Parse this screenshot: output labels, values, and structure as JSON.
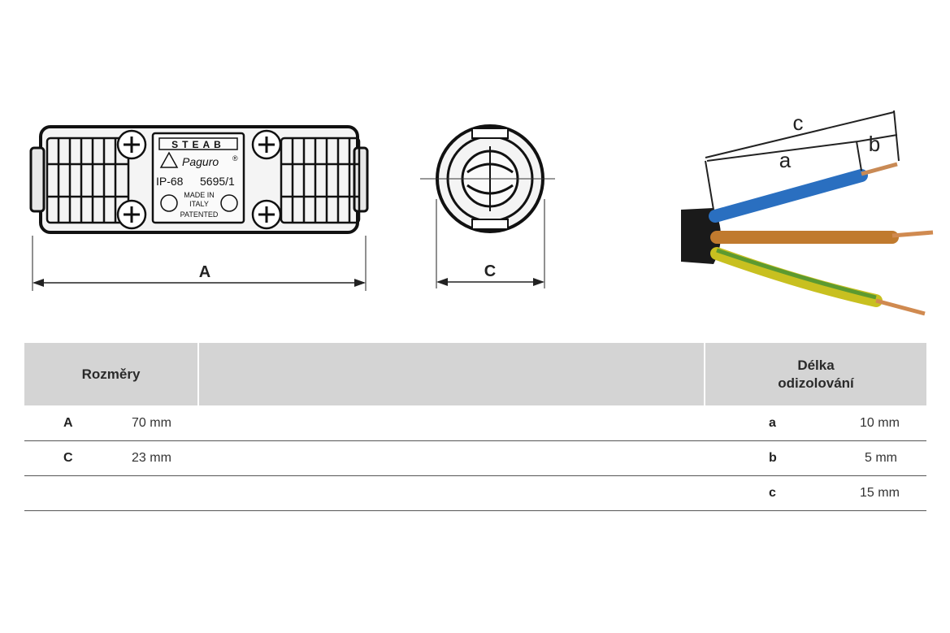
{
  "drawing": {
    "dim_a_label": "A",
    "dim_c_label": "C",
    "brand": "STEAB",
    "model": "Paguro",
    "registered": "®",
    "ip_rating": "IP-68",
    "part_number": "5695/1",
    "made_in_1": "MADE IN",
    "made_in_2": "ITALY",
    "patented": "PATENTED"
  },
  "cable": {
    "label_c": "c",
    "label_a": "a",
    "label_b": "b",
    "wire_colors": [
      "#2a6fc0",
      "#c07a2e",
      "#c8c020"
    ]
  },
  "table": {
    "header_left": "Rozměry",
    "header_middle": "",
    "header_right_1": "Délka",
    "header_right_2": "odizolování",
    "rows": [
      {
        "lkey": "A",
        "lval": "70 mm",
        "rkey": "a",
        "rval": "10 mm"
      },
      {
        "lkey": "C",
        "lval": "23 mm",
        "rkey": "b",
        "rval": "5 mm"
      },
      {
        "lkey": "",
        "lval": "",
        "rkey": "c",
        "rval": "15 mm"
      }
    ],
    "header_bg": "#d4d4d4"
  }
}
